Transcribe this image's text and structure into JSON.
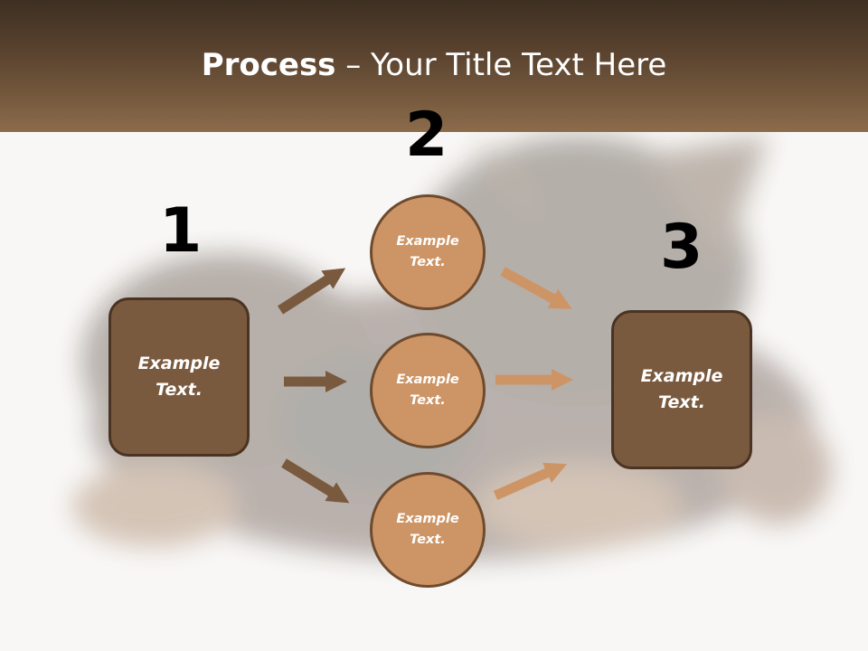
{
  "title": {
    "bold": "Process",
    "rest": " – Your Title Text Here"
  },
  "steps": {
    "one": "1",
    "two": "2",
    "three": "3"
  },
  "left_box": {
    "line1": "Example",
    "line2": "Text."
  },
  "circles": [
    {
      "line1": "Example",
      "line2": "Text."
    },
    {
      "line1": "Example",
      "line2": "Text."
    },
    {
      "line1": "Example",
      "line2": "Text."
    }
  ],
  "right_box": {
    "line1": "Example",
    "line2": "Text."
  },
  "colors": {
    "header_dark": "#3d2f22",
    "header_light": "#8b6b4a",
    "box_fill": "#7a5a3e",
    "circle_fill": "#cd9566",
    "arrow_dark": "#7a5a3e",
    "arrow_light": "#cd9566"
  }
}
